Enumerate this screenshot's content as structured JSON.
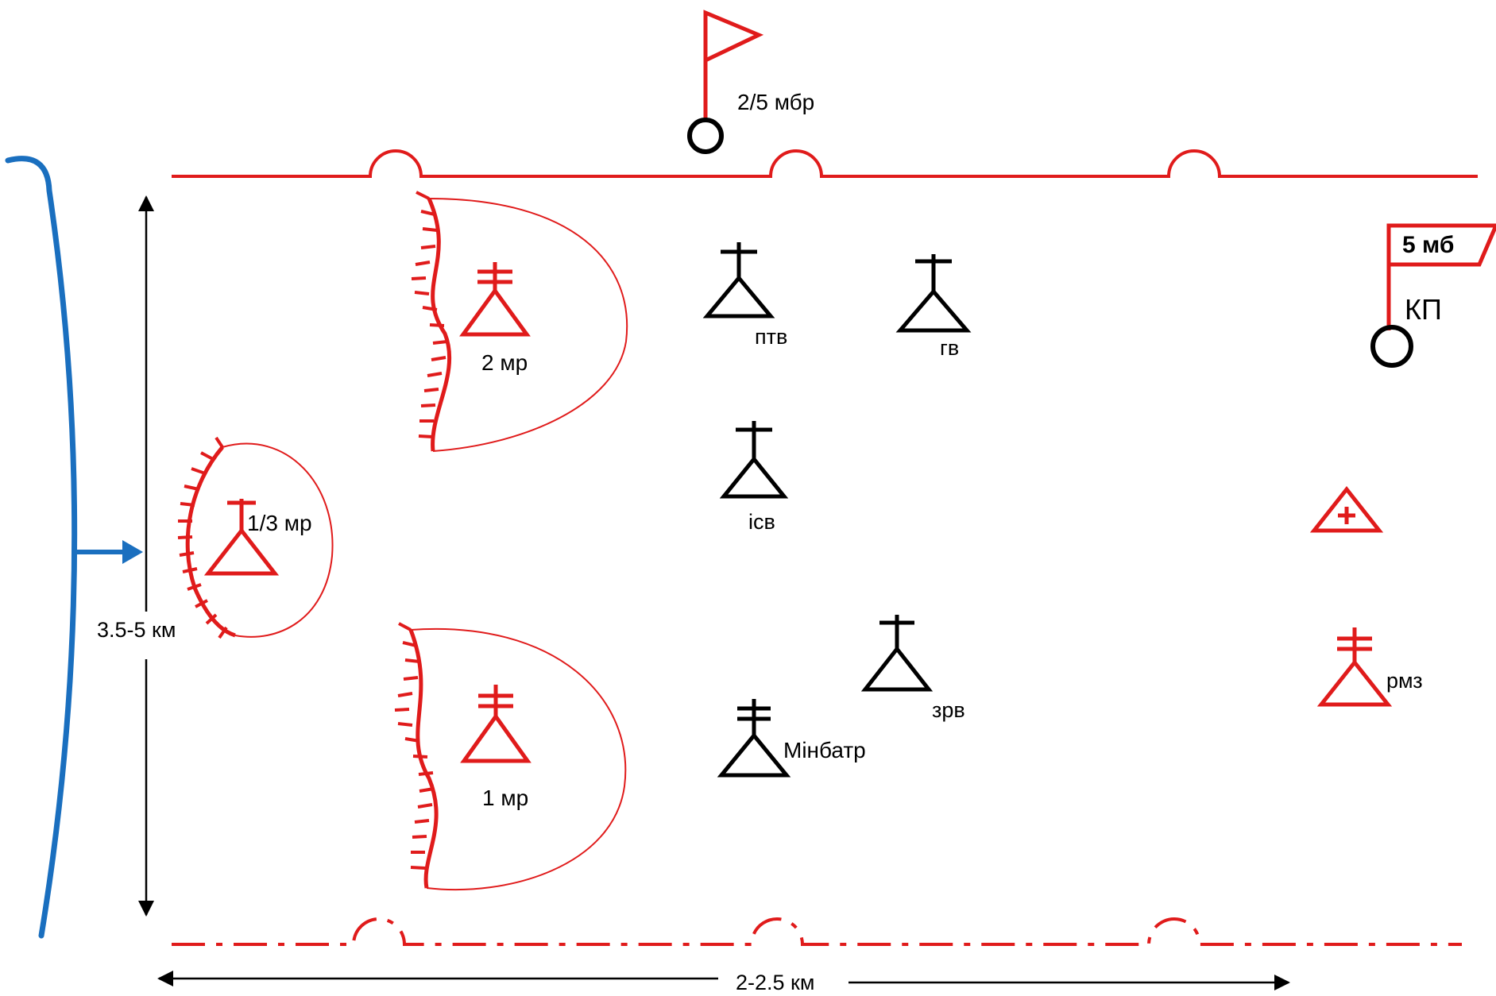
{
  "colors": {
    "own_units": "#e01b1b",
    "support_units": "#000000",
    "enemy_direction": "#1a6fbf"
  },
  "labels": {
    "higher_unit": "2/5 мбр",
    "battalion": "5 мб",
    "command_post": "КП",
    "company_2": "2 мр",
    "company_1": "1 мр",
    "platoon_1_3": "1/3 мр",
    "antitank_platoon": "птв",
    "grenade_platoon": "гв",
    "engineer_platoon": "ісв",
    "mortar_battery": "Мінбатр",
    "antiaircraft_platoon": "зрв",
    "repair_company": "рмз",
    "depth_dimension": "3.5-5 км",
    "width_dimension": "2-2.5 км"
  }
}
